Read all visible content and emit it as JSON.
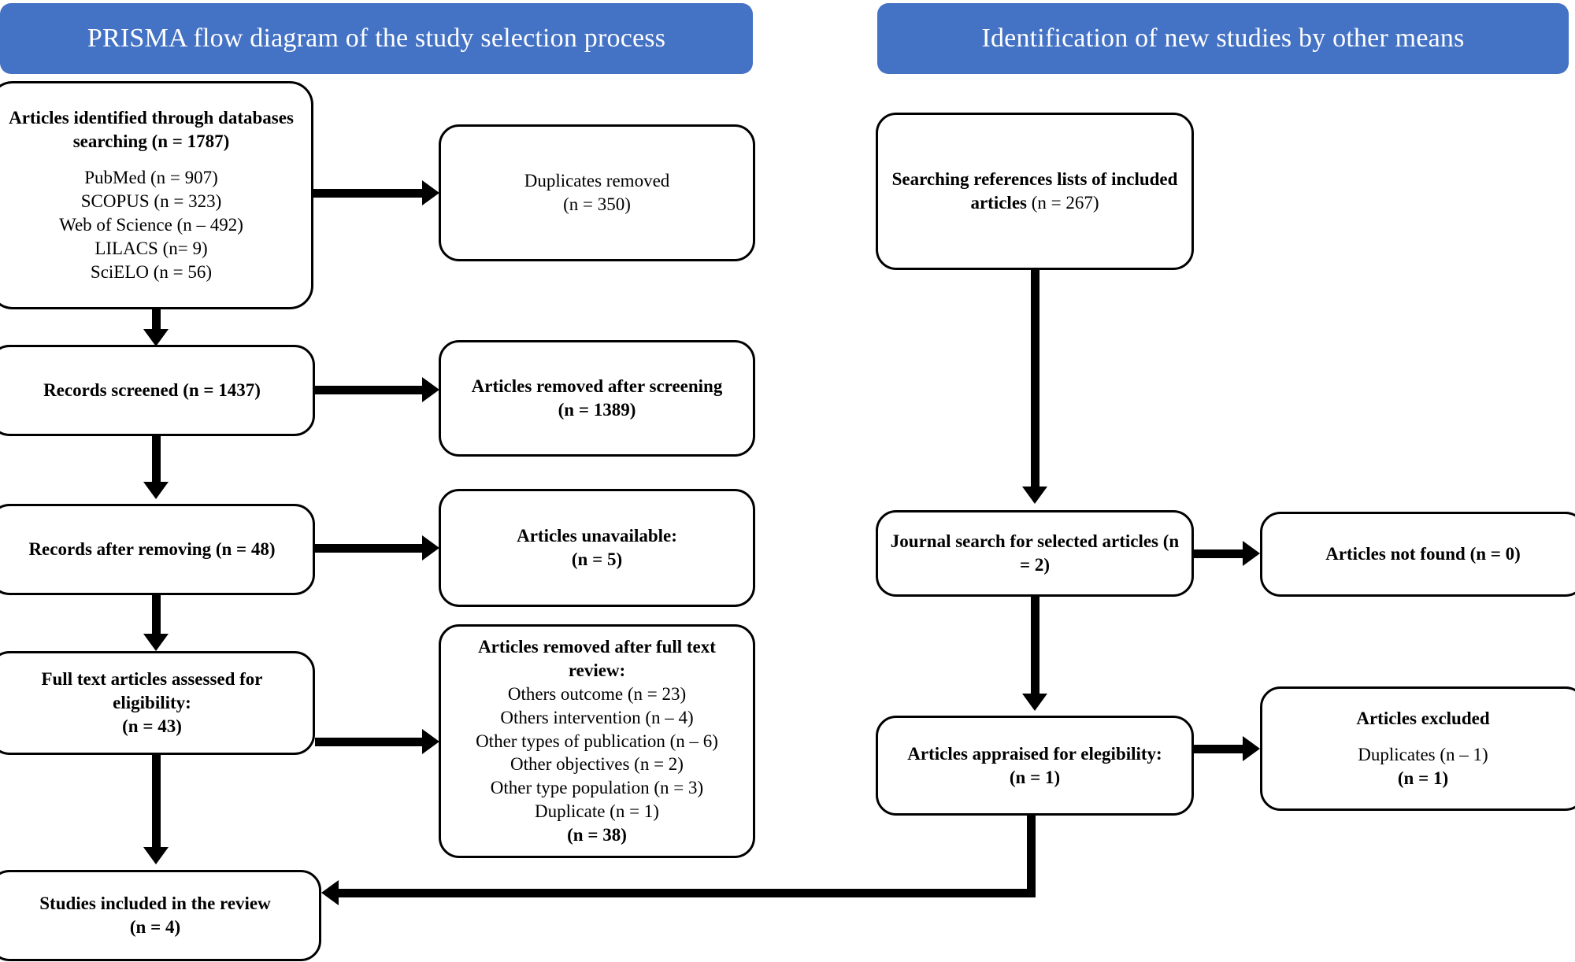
{
  "headers": {
    "left": "PRISMA flow diagram of the study selection process",
    "right": "Identification of new studies by other means"
  },
  "left_column": {
    "identified": {
      "title": "Articles identified through databases searching (n = 1787)",
      "sources": [
        "PubMed (n = 907)",
        "SCOPUS (n = 323)",
        "Web of Science (n – 492)",
        "LILACS (n= 9)",
        "SciELO (n = 56)"
      ]
    },
    "duplicates_removed": {
      "title": "Duplicates removed",
      "count": "(n = 350)"
    },
    "records_screened": {
      "title": "Records screened (n = 1437)"
    },
    "articles_removed_after_screening": {
      "title": "Articles removed after screening",
      "count": "(n = 1389)"
    },
    "records_after_removing": {
      "title": "Records after removing (n = 48)"
    },
    "articles_unavailable": {
      "title": "Articles unavailable:",
      "count": "(n = 5)"
    },
    "full_text_assessed": {
      "title": "Full text articles assessed for eligibility:",
      "count": "(n = 43)"
    },
    "removed_after_full_text": {
      "title": "Articles removed after full text review:",
      "reasons": [
        "Others outcome (n = 23)",
        "Others intervention (n – 4)",
        "Other types of publication (n – 6)",
        "Other objectives (n = 2)",
        "Other type population (n = 3)",
        "Duplicate (n = 1)"
      ],
      "total": "(n = 38)"
    },
    "studies_included": {
      "title": "Studies included in the review",
      "count": "(n = 4)"
    }
  },
  "right_column": {
    "searching_references": {
      "title": "Searching references lists of included articles",
      "count": "(n = 267)"
    },
    "journal_search": {
      "title": "Journal search for selected articles",
      "count": "(n = 2)"
    },
    "articles_not_found": {
      "title": "Articles not found (n = 0)"
    },
    "articles_appraised": {
      "title": "Articles appraised for elegibility:",
      "count": "(n = 1)"
    },
    "articles_excluded": {
      "title": "Articles excluded",
      "detail": "Duplicates (n – 1)",
      "count": "(n = 1)"
    }
  },
  "colors": {
    "banner_blue": "#4472C4",
    "box_border": "#000000",
    "box_fill": "#FFFFFF",
    "connector": "#000000"
  }
}
